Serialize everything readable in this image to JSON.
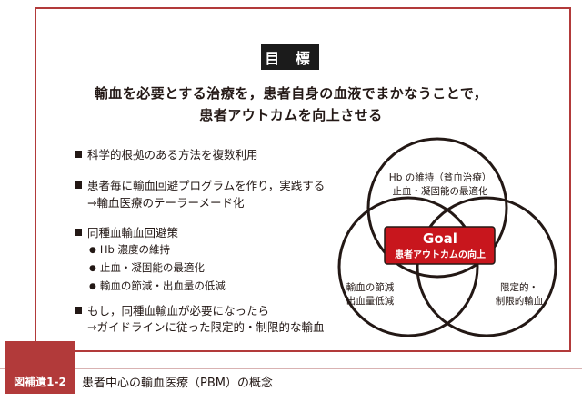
{
  "badge": "目 標",
  "headline_line1": "輸血を必要とする治療を，患者自身の血液でまかなうことで，",
  "headline_line2": "患者アウトカムを向上させる",
  "bullets": [
    "科学的根拠のある方法を複数利用",
    "患者毎に輸血回避プログラムを作り，実践する",
    "→輸血医療のテーラーメード化",
    "同種血輸血回避策",
    "もし，同種血輸血が必要になったら",
    "→ガイドラインに従った限定的・制限的な輸血"
  ],
  "sub_bullets": [
    "Hb 濃度の維持",
    "止血・凝固能の最適化",
    "輸血の節減・出血量の低減"
  ],
  "venn": {
    "top_line1": "Hb の維持（貧血治療）",
    "top_line2": "止血・凝固能の最適化",
    "left_line1": "輸血の節減",
    "left_line2": "出血量低減",
    "right_line1": "限定的・",
    "right_line2": "制限的輸血",
    "goal_title": "Goal",
    "goal_sub": "患者アウトカムの向上"
  },
  "caption": {
    "label": "図補遺1-2",
    "text": "患者中心の輸血医療（PBM）の概念"
  },
  "colors": {
    "accent": "#b23a3a",
    "goal_fill": "#c8161d",
    "text": "#231815"
  }
}
